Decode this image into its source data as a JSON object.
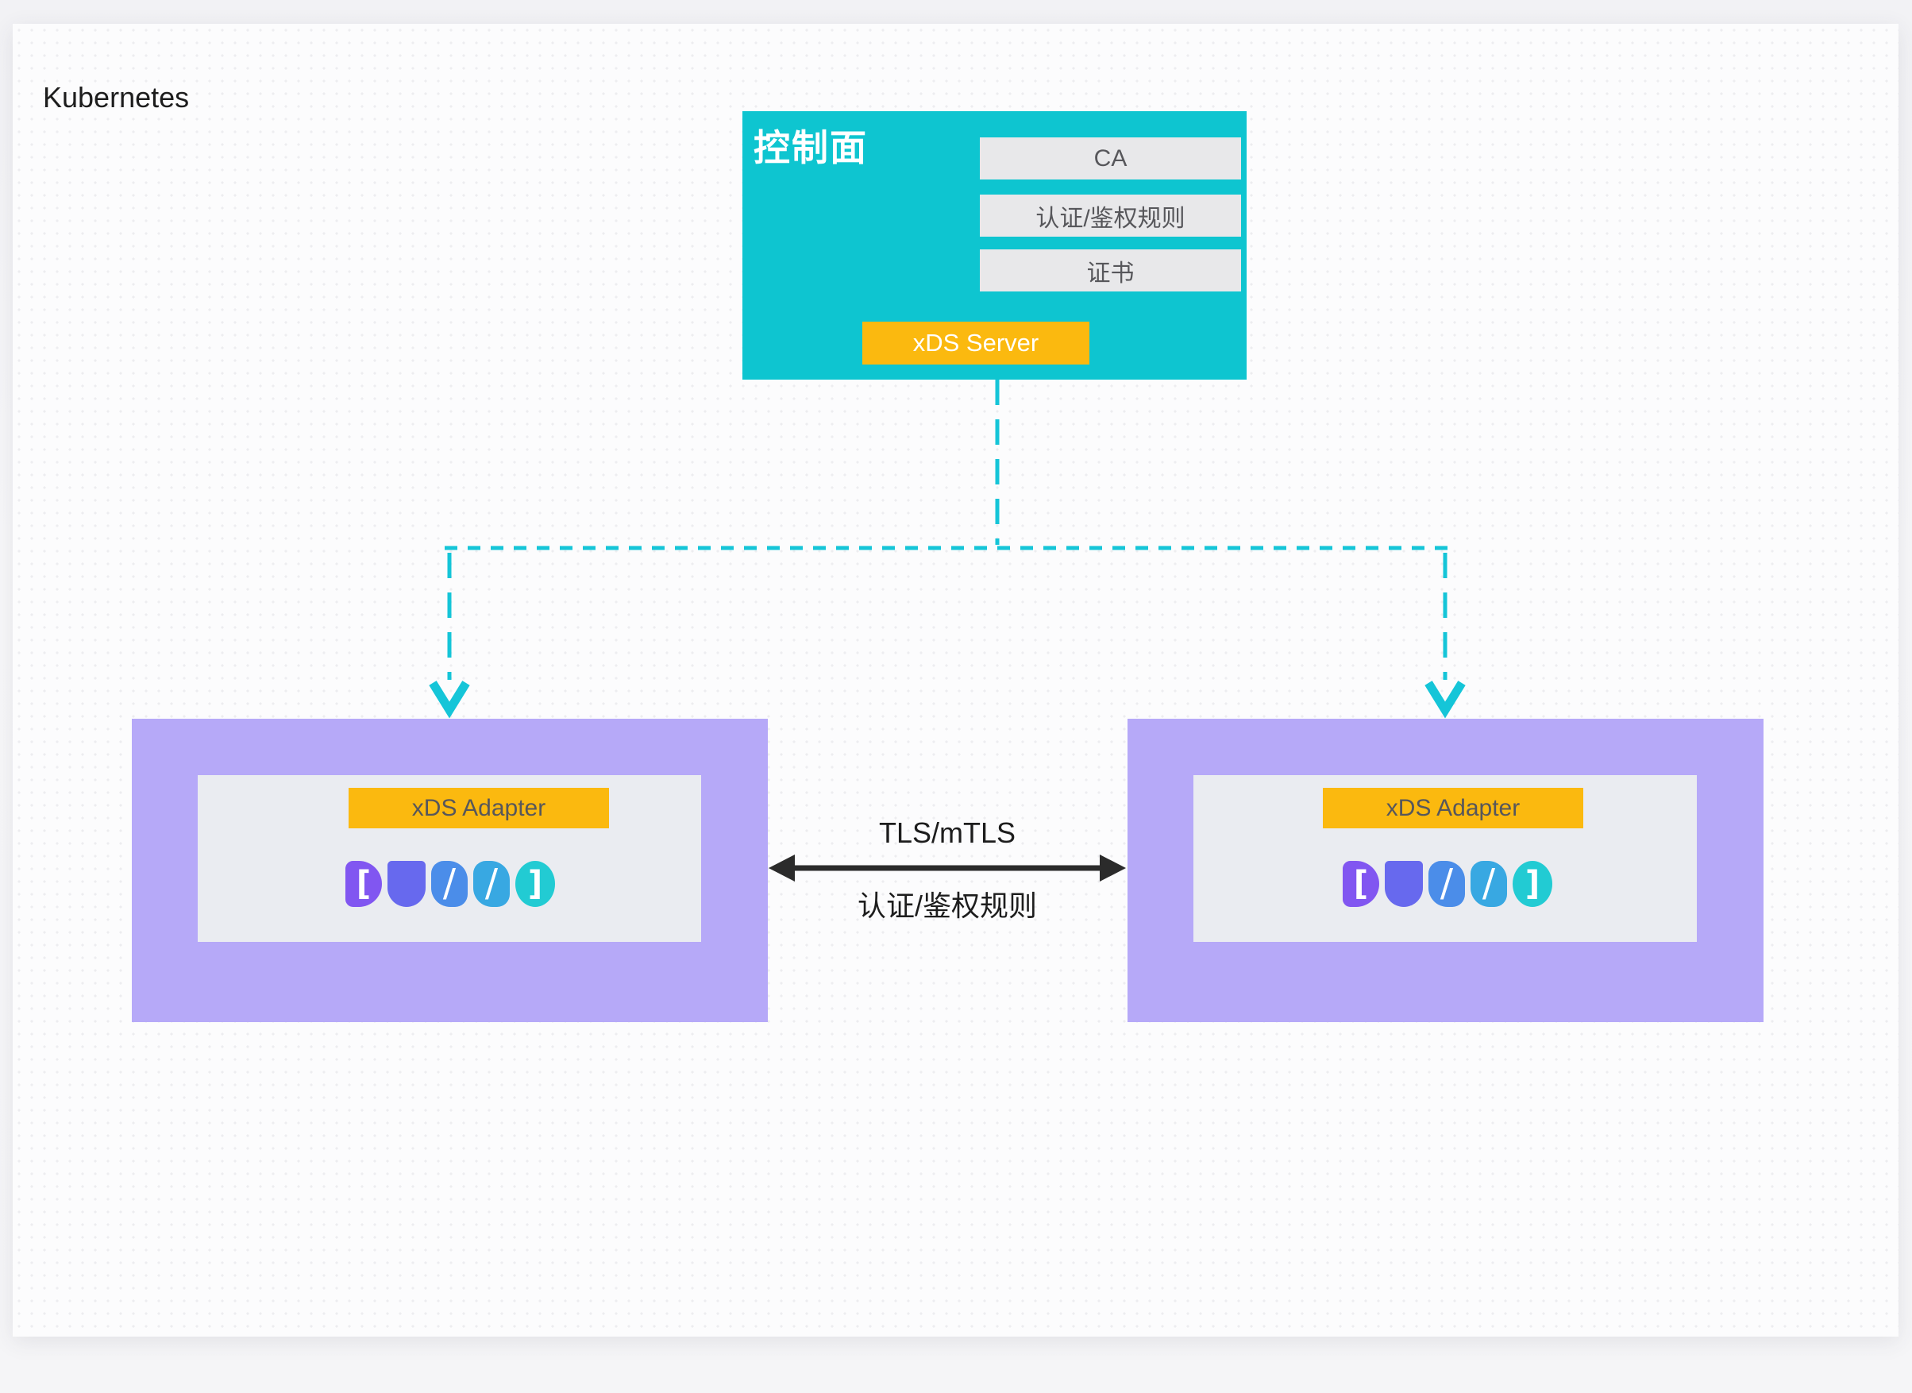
{
  "page": {
    "outer_label": "Kubernetes"
  },
  "control_plane": {
    "title": "控制面",
    "items": [
      {
        "label": "CA"
      },
      {
        "label": "认证/鉴权规则"
      },
      {
        "label": "证书"
      }
    ],
    "server_label": "xDS Server"
  },
  "nodes": {
    "left": {
      "adapter_label": "xDS Adapter"
    },
    "right": {
      "adapter_label": "xDS Adapter"
    }
  },
  "logo": {
    "name": "DUBBO",
    "glyphs": [
      {
        "letter": "D",
        "mark": "["
      },
      {
        "letter": "U",
        "mark": ""
      },
      {
        "letter": "B",
        "mark": "/"
      },
      {
        "letter": "B",
        "mark": "/"
      },
      {
        "letter": "O",
        "mark": "]"
      }
    ]
  },
  "connection": {
    "label_top": "TLS/mTLS",
    "label_bottom": "认证/鉴权规则"
  },
  "colors": {
    "cyan": "#0EC5D0",
    "dash": "#15C5D8",
    "purple": "#B6A9F8",
    "inner_gray": "#EAECF1",
    "item_gray": "#E8E8EA",
    "orange": "#FBB90F",
    "text_dark": "#1D1D1D",
    "text_gray": "#57575B",
    "black": "#2B2B2B",
    "logo_glyphs": [
      "#8156F1",
      "#6769EE",
      "#4B8DE9",
      "#38A8E2",
      "#22CBD3"
    ]
  }
}
